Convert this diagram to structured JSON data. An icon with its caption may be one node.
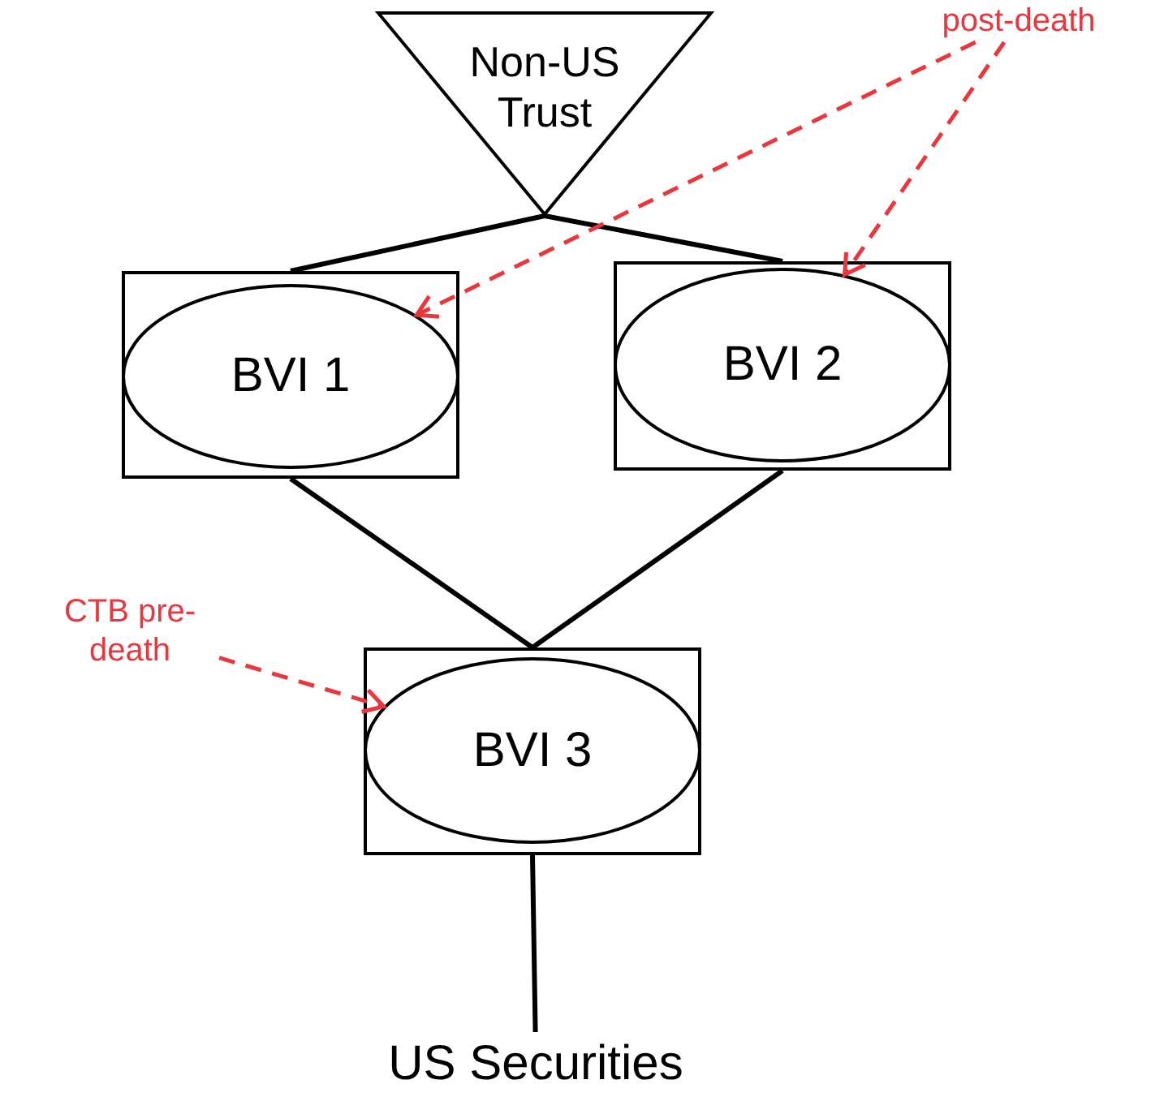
{
  "diagram": {
    "nodes": [
      {
        "text": [
          "Non-US Trust"
        ]
      },
      {
        "text": [
          "post-death"
        ]
      },
      {
        "text": [],
        "shape": "box"
      },
      {
        "text": [
          "BVI 1"
        ],
        "in": 2
      },
      {
        "text": [],
        "shape": "box"
      },
      {
        "text": [
          "BVI 2"
        ],
        "in": 4
      },
      {
        "text": [
          "CTB pre-death"
        ]
      },
      {
        "text": [],
        "shape": "box"
      },
      {
        "text": [
          "BVI 3"
        ],
        "in": 7
      },
      {
        "text": [
          "US Securities"
        ]
      }
    ],
    "edges": [
      {
        "from": 0,
        "to": 2,
        "arrow": "none"
      },
      {
        "from": 0,
        "to": 4,
        "arrow": "none"
      },
      {
        "from": 2,
        "to": 7,
        "arrow": "none"
      },
      {
        "from": 4,
        "to": 7,
        "arrow": "none"
      },
      {
        "from": 7,
        "to": 9,
        "arrow": "none"
      },
      {
        "from": 1,
        "to": 3,
        "arrow": "to",
        "style": "dashed",
        "color": "#e8383d"
      },
      {
        "from": 1,
        "to": 5,
        "arrow": "to",
        "style": "dashed",
        "color": "#e8383d"
      },
      {
        "from": 6,
        "to": 8,
        "arrow": "to",
        "style": "dashed",
        "color": "#e8383d"
      }
    ]
  }
}
